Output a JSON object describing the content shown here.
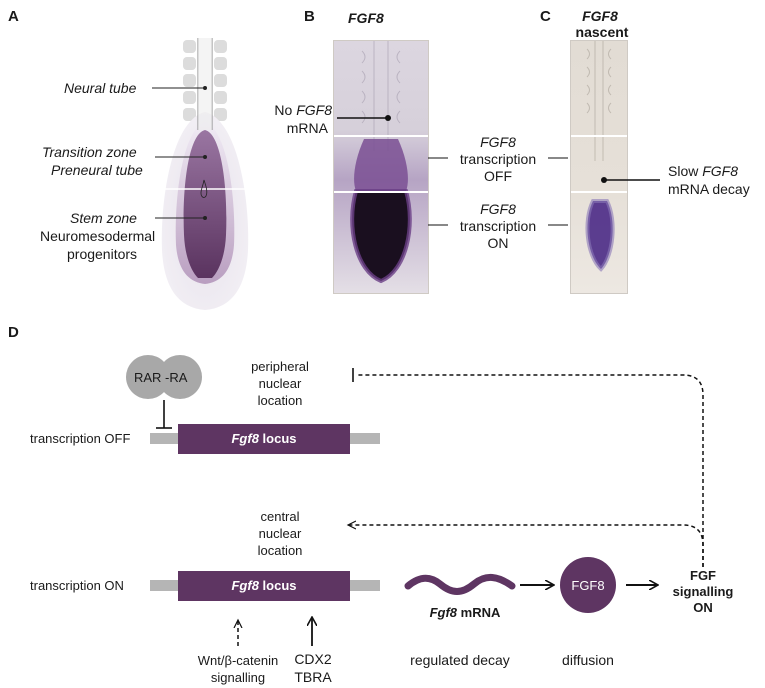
{
  "panels": {
    "a": "A",
    "b": "B",
    "c": "C",
    "d": "D"
  },
  "panel_a": {
    "neural_tube": "Neural tube",
    "transition_zone": "Transition zone",
    "preneural_tube": "Preneural tube",
    "stem_zone": "Stem zone",
    "nmp_line1": "Neuromesodermal",
    "nmp_line2": "progenitors"
  },
  "panel_b": {
    "title": "FGF8",
    "no_mrna_prefix": "No ",
    "no_mrna_gene": "FGF8",
    "no_mrna_suffix": "mRNA",
    "off_gene": "FGF8",
    "off_line2": "transcription",
    "off_line3": "OFF",
    "on_gene": "FGF8",
    "on_line2": "transcription",
    "on_line3": "ON"
  },
  "panel_c": {
    "title_line1": "FGF8",
    "title_line2": "nascent",
    "slow_prefix": "Slow ",
    "slow_gene": "FGF8",
    "slow_line2": "mRNA decay"
  },
  "panel_d": {
    "rar_ra": "RAR -RA",
    "peripheral_line1": "peripheral",
    "peripheral_line2": "nuclear",
    "peripheral_line3": "location",
    "transcription_off": "transcription OFF",
    "locus_gene_top": "Fgf8",
    "locus_word_top": " locus",
    "central_line1": "central",
    "central_line2": "nuclear",
    "central_line3": "location",
    "transcription_on": "transcription ON",
    "locus_gene_bottom": "Fgf8",
    "locus_word_bottom": " locus",
    "mrna_gene": "Fgf8",
    "mrna_word": " mRNA",
    "fgf8_protein": "FGF8",
    "fgf_line1": "FGF",
    "fgf_line2": "signalling",
    "fgf_line3": "ON",
    "wnt_line1": "Wnt/β-catenin",
    "wnt_line2": "signalling",
    "cdx2": "CDX2",
    "tbra": "TBRA",
    "regulated_decay": "regulated decay",
    "diffusion": "diffusion"
  },
  "colors": {
    "purple": "#5e3562",
    "grey_bar": "#b5b5b5",
    "grey_circle": "#a8a8a8"
  }
}
